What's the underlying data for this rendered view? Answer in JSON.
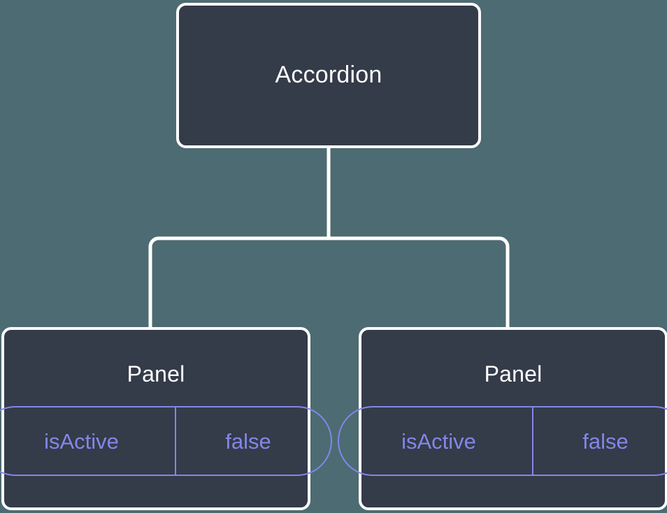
{
  "diagram": {
    "type": "component-tree",
    "background_color": "#4d6b72",
    "node_fill_color": "#343b49",
    "node_border_color": "#ffffff",
    "edge_color": "#ffffff",
    "title_text_color": "#ffffff",
    "pill_color": "#8287e8",
    "root": {
      "label": "Accordion"
    },
    "children": [
      {
        "label": "Panel",
        "state": {
          "key": "isActive",
          "value": "false"
        }
      },
      {
        "label": "Panel",
        "state": {
          "key": "isActive",
          "value": "false"
        }
      }
    ]
  }
}
